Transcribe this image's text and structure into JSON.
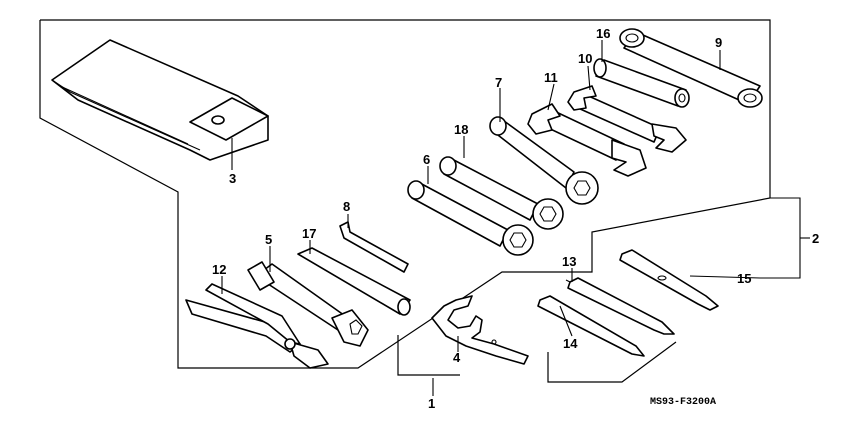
{
  "callouts": {
    "c1": "1",
    "c2": "2",
    "c3": "3",
    "c4": "4",
    "c5": "5",
    "c6": "6",
    "c7": "7",
    "c8": "8",
    "c9": "9",
    "c10": "10",
    "c11": "11",
    "c12": "12",
    "c13": "13",
    "c14": "14",
    "c15": "15",
    "c16": "16",
    "c17": "17",
    "c18": "18"
  },
  "diagram_code": "MS93-F3200A"
}
